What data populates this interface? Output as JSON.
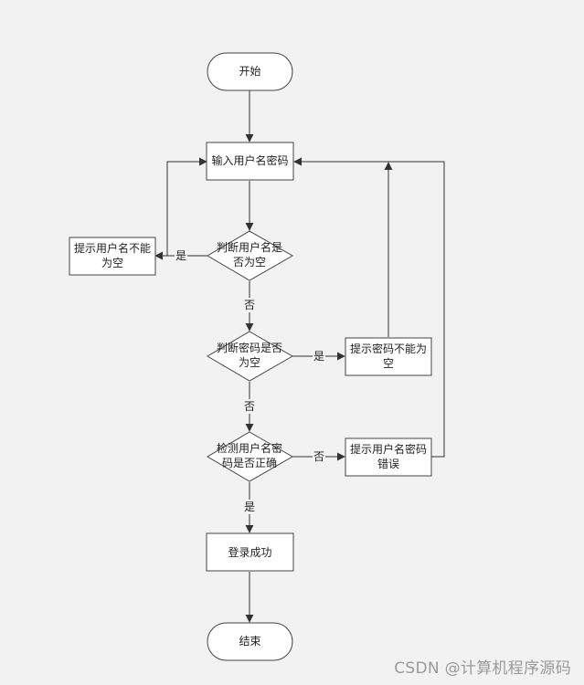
{
  "nodes": {
    "start": "开始",
    "input": "输入用户名密码",
    "check_username": [
      "判断用户名是",
      "否为空"
    ],
    "prompt_username": [
      "提示用户名不能",
      "为空"
    ],
    "check_password": [
      "判断密码是否",
      "为空"
    ],
    "prompt_password": [
      "提示密码不能为",
      "空"
    ],
    "verify": [
      "检测用户名密",
      "码是否正确"
    ],
    "prompt_error": [
      "提示用户名密码",
      "错误"
    ],
    "success": "登录成功",
    "end": "结束"
  },
  "edge_labels": {
    "username_empty_yes": "是",
    "username_empty_no": "否",
    "password_empty_yes": "是",
    "password_empty_no": "否",
    "verify_no": "否",
    "verify_yes": "是"
  },
  "watermark": "CSDN @计算机程序源码"
}
